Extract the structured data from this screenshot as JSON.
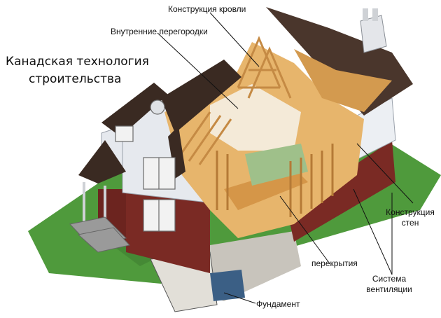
{
  "title": {
    "line1": "Канадская технология",
    "line2": "строительства"
  },
  "callouts": {
    "roof": "Конструкция кровли",
    "partitions": "Внутренние перегородки",
    "walls_line1": "Конструкция",
    "walls_line2": "стен",
    "floors": "перекрытия",
    "ventilation_line1": "Система",
    "ventilation_line2": "вентиляции",
    "foundation": "Фундамент"
  },
  "colors": {
    "lawn": "#4f9a3c",
    "brick": "#7a2a24",
    "siding": "#e6e9ee",
    "roof_shingles": "#3a2a22",
    "wood_frame": "#d9a55c",
    "osb": "#e7b56c",
    "concrete": "#c8c4bc"
  }
}
